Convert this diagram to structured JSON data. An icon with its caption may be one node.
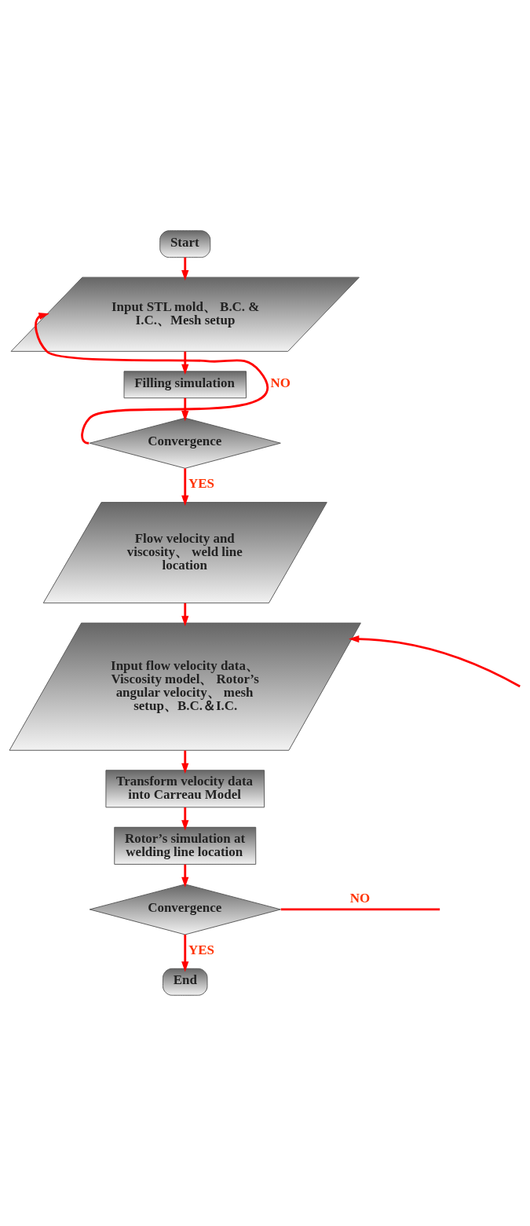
{
  "diagram": {
    "nodes": [
      {
        "text": [
          "Start"
        ]
      },
      {
        "text": [
          "Input STL mold、 B.C. & I.C.、Mesh setup"
        ]
      },
      {
        "text": [
          "Filling simulation"
        ]
      },
      {
        "text": [
          "Convergence"
        ]
      },
      {
        "text": [
          "Flow velocity and viscosity、 weld line location"
        ]
      },
      {
        "text": [
          "Input flow velocity data、 Viscosity model、 Rotor’s angular velocity、 mesh setup、B.C.＆I.C."
        ]
      },
      {
        "text": [
          "Transform velocity data into Carreau Model"
        ]
      },
      {
        "text": [
          "Rotor’s simulation at welding line location"
        ]
      },
      {
        "text": [
          "Convergence"
        ]
      },
      {
        "text": [
          "End"
        ]
      }
    ],
    "edges": [
      {
        "from": 0,
        "to": 1,
        "arrow": "to"
      },
      {
        "from": 1,
        "to": 2,
        "arrow": "to"
      },
      {
        "from": 2,
        "to": 3,
        "arrow": "to"
      },
      {
        "from": 3,
        "to": 1,
        "arrow": "to",
        "label": "NO"
      },
      {
        "from": 3,
        "to": 4,
        "arrow": "to",
        "label": "YES"
      },
      {
        "from": 4,
        "to": 5,
        "arrow": "to"
      },
      {
        "from": null,
        "to": 5,
        "arrow": "to"
      },
      {
        "from": 5,
        "to": 6,
        "arrow": "to"
      },
      {
        "from": 6,
        "to": 7,
        "arrow": "to"
      },
      {
        "from": 7,
        "to": 8,
        "arrow": "to"
      },
      {
        "from": 8,
        "to": null,
        "arrow": "none",
        "label": "NO"
      },
      {
        "from": 8,
        "to": 9,
        "arrow": "to",
        "label": "YES"
      }
    ]
  }
}
